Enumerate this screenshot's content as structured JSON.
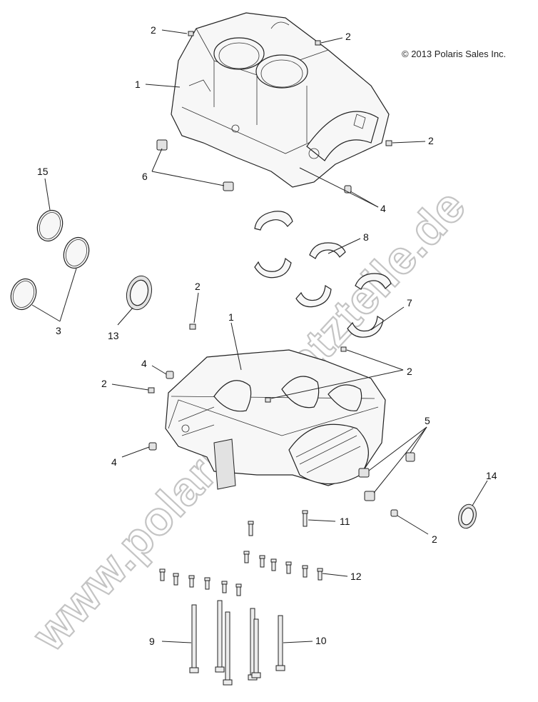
{
  "copyright": "© 2013 Polaris Sales Inc.",
  "watermark": "www.polaris-ersatzteile.de",
  "callouts": {
    "upper_2a": "2",
    "upper_2b": "2",
    "upper_1": "1",
    "upper_2c": "2",
    "upper_6": "6",
    "upper_4": "4",
    "ring_15": "15",
    "bearing_8": "8",
    "ring_3": "3",
    "seal_13": "13",
    "dowel_2": "2",
    "bearing_7": "7",
    "lower_1": "1",
    "lower_2a": "2",
    "lower_4a": "4",
    "lower_2b": "2",
    "lower_4b": "4",
    "plug_5": "5",
    "seal_14": "14",
    "lower_2c": "2",
    "bolt_11": "11",
    "bolt_12": "12",
    "bolt_9": "9",
    "bolt_10": "10"
  },
  "colors": {
    "line": "#222222",
    "watermark_outline": "#c4c4c4",
    "part_fill": "#f7f7f7"
  }
}
